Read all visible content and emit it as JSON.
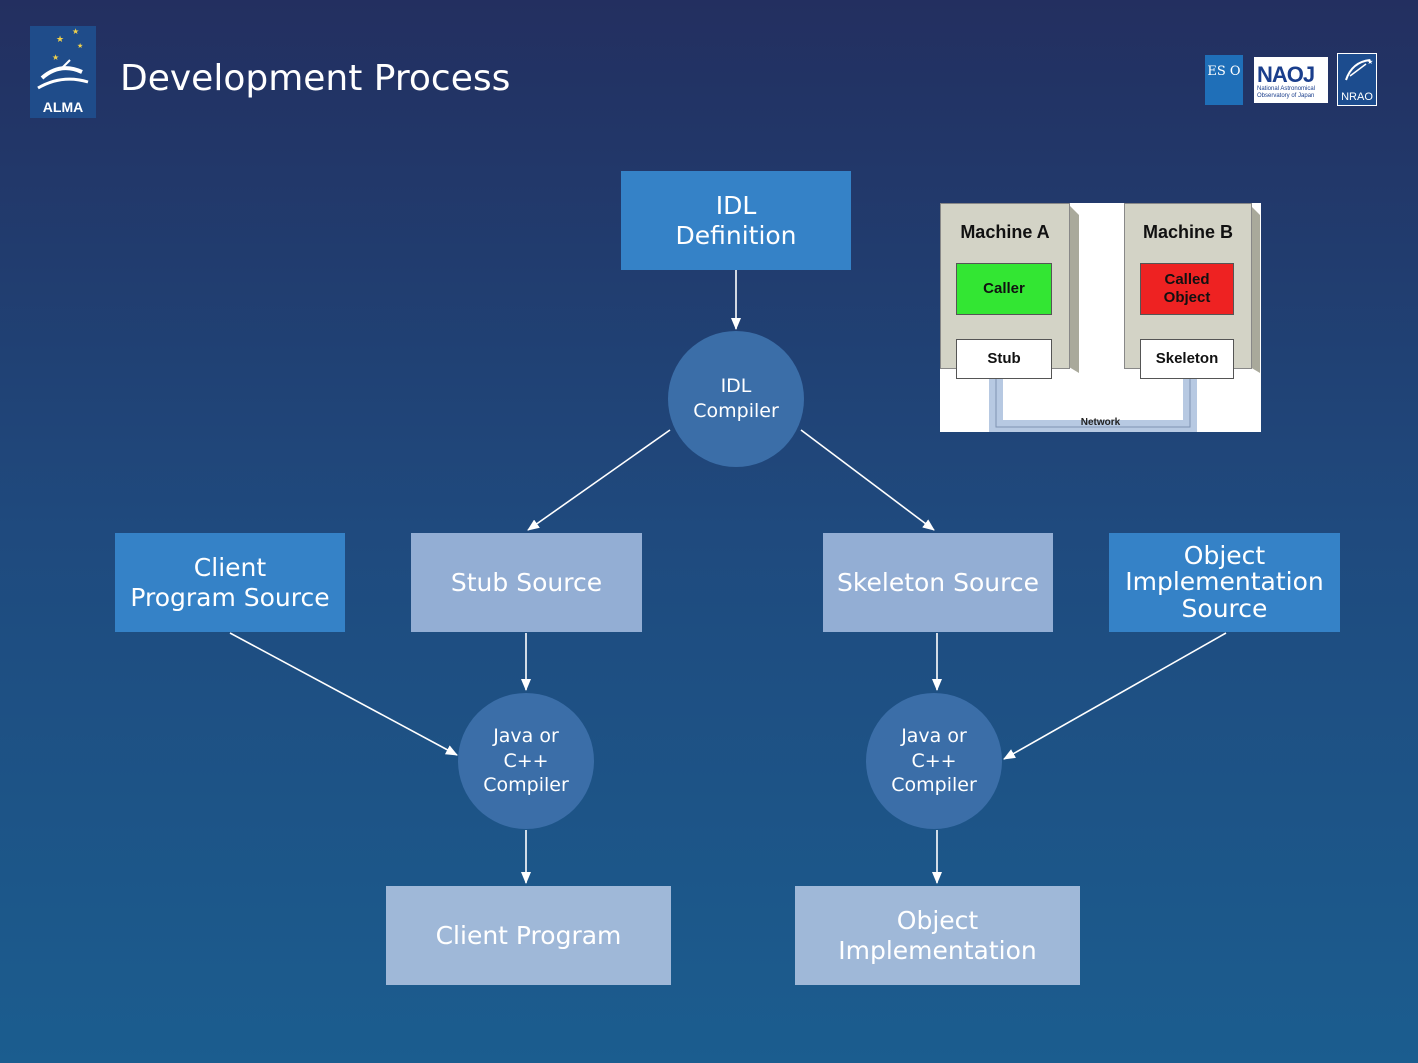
{
  "header": {
    "title": "Development Process",
    "alma_logo_text": "ALMA",
    "partner_logos": [
      {
        "name": "ESO",
        "text": "ES O"
      },
      {
        "name": "NAOJ",
        "text": "NAOJ",
        "subtitle": "National Astronomical Observatory of Japan"
      },
      {
        "name": "NRAO",
        "text": "NRAO"
      }
    ]
  },
  "diagram": {
    "idl_definition": {
      "line1": "IDL",
      "line2": "Definition"
    },
    "idl_compiler": {
      "line1": "IDL",
      "line2": "Compiler"
    },
    "client_program_source": {
      "line1": "Client",
      "line2": "Program Source"
    },
    "stub_source": "Stub Source",
    "skeleton_source": "Skeleton Source",
    "object_implementation_source": {
      "line1": "Object",
      "line2": "Implementation",
      "line3": "Source"
    },
    "compiler_left": {
      "line1": "Java or",
      "line2": "C++",
      "line3": "Compiler"
    },
    "compiler_right": {
      "line1": "Java or",
      "line2": "C++",
      "line3": "Compiler"
    },
    "client_program": "Client Program",
    "object_implementation": {
      "line1": "Object",
      "line2": "Implementation"
    }
  },
  "inset": {
    "machine_a": "Machine A",
    "machine_b": "Machine B",
    "caller": "Caller",
    "called_object": {
      "line1": "Called",
      "line2": "Object"
    },
    "stub": "Stub",
    "skeleton": "Skeleton",
    "network": "Network",
    "colors": {
      "caller": "#33e633",
      "called_object": "#ee2222",
      "machine": "#d3d3c6",
      "network": "#b7c9e2"
    }
  },
  "colors": {
    "background_top": "#232f60",
    "background_bottom": "#1b5d8f",
    "box_dark": "#3582c7",
    "box_light": "#93aed4",
    "circle": "#3b6ea8"
  }
}
